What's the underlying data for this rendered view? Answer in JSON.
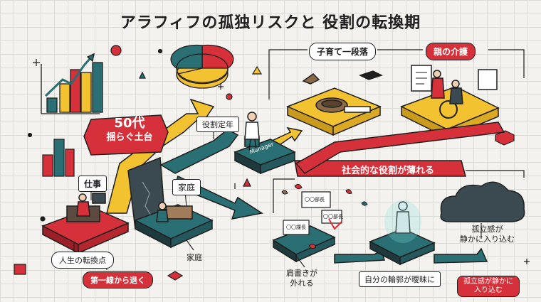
{
  "title": "アラフィフの孤独リスクと 役割の転換期",
  "labels": {
    "fifties_a": "50代",
    "fifties_b": "揺らぐ土台",
    "yakuwari_teinen": "役割定年",
    "manager": "Manager",
    "kosodate": "子育て一段落",
    "kaigo": "親の介護",
    "shakai": "社会的な役割が薄れる",
    "shigoto": "仕事",
    "katei_top": "家庭",
    "jinsei": "人生の転換点",
    "katei_bottom": "家庭",
    "daiichisen": "第一線から退く",
    "katagaki": "肩書きが\n外れる",
    "rinkaku": "自分の輪郭が曖昧に",
    "koritsu_upper": "孤立感が\n静かに入り込む",
    "koritsu_lower": "孤立感が静かに\n入り込む",
    "badge1": "〇〇部長",
    "badge2": "〇〇課長",
    "badge3": "〇〇部長"
  },
  "colors": {
    "red": "#d6313a",
    "teal": "#2a6f73",
    "yellow": "#f2c230",
    "dark": "#1e1e1e",
    "slate": "#3a4a50"
  }
}
